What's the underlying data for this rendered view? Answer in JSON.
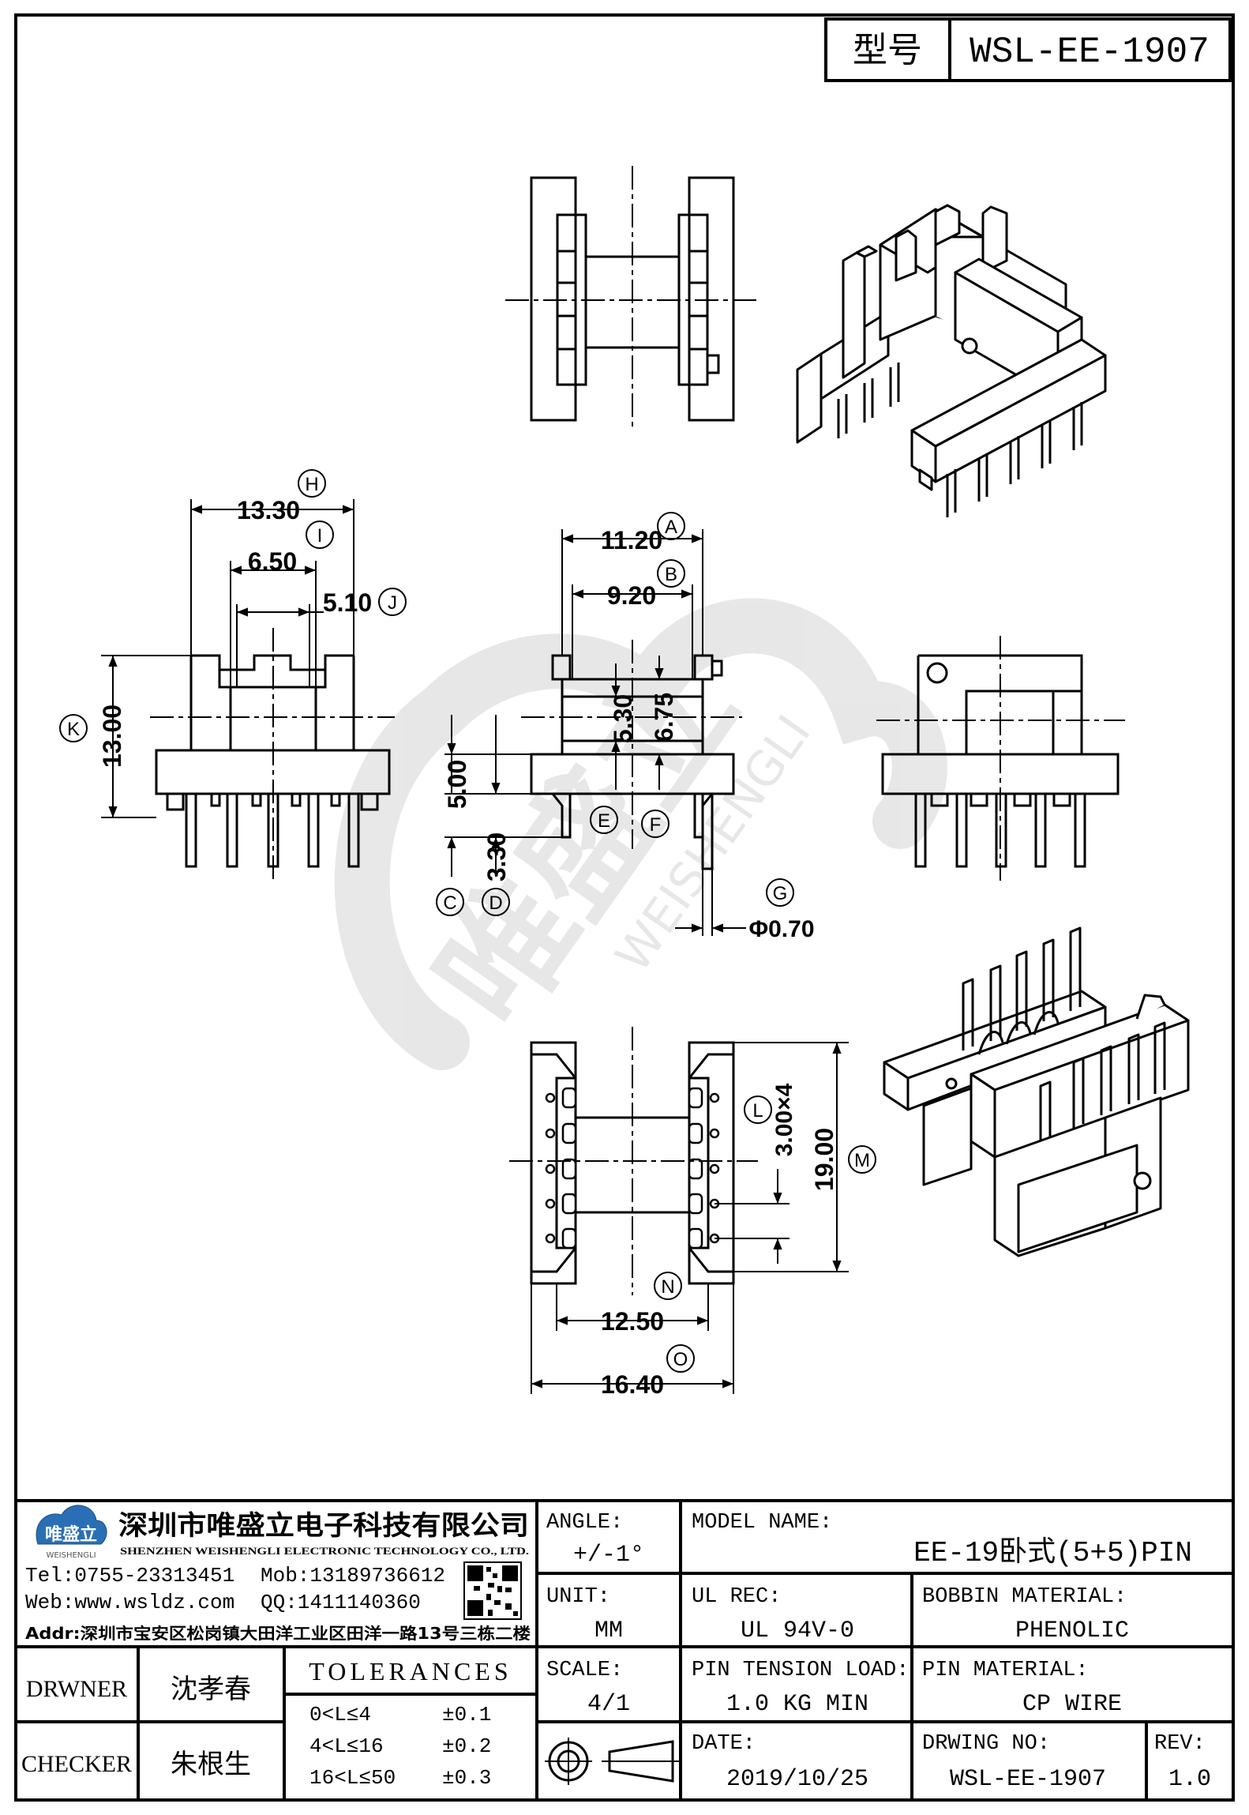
{
  "header": {
    "model_label": "型号",
    "model_value": "WSL-EE-1907"
  },
  "dimensions": {
    "H": {
      "letter": "H",
      "value": "13.30"
    },
    "I": {
      "letter": "I",
      "value": "6.50"
    },
    "J": {
      "letter": "J",
      "value": "5.10"
    },
    "K": {
      "letter": "K",
      "value": "13.00"
    },
    "A": {
      "letter": "A",
      "value": "11.20"
    },
    "B": {
      "letter": "B",
      "value": "9.20"
    },
    "C": {
      "letter": "C",
      "value": "5.00"
    },
    "D": {
      "letter": "D",
      "value": "3.30"
    },
    "E": {
      "letter": "E",
      "value": "5.30"
    },
    "F": {
      "letter": "F",
      "value": "6.75"
    },
    "G": {
      "letter": "G",
      "value": "Φ0.70"
    },
    "L": {
      "letter": "L",
      "value": "3.00×4"
    },
    "M": {
      "letter": "M",
      "value": "19.00"
    },
    "N": {
      "letter": "N",
      "value": "12.50"
    },
    "O": {
      "letter": "O",
      "value": "16.40"
    }
  },
  "watermark": {
    "brand_cn": "唯盛立",
    "brand_en": "WEISHENGLI"
  },
  "company": {
    "logo_cn": "唯盛立",
    "logo_en": "WEISHENGLI",
    "name_cn": "深圳市唯盛立电子科技有限公司",
    "name_en": "SHENZHEN WEISHENGLI ELECTRONIC TECHNOLOGY CO., LTD.",
    "tel": "Tel:0755-23313451",
    "mob": "Mob:13189736612",
    "web": "Web:www.wsldz.com",
    "qq": "QQ:1411140360",
    "addr": "Addr:深圳市宝安区松岗镇大田洋工业区田洋一路13号三栋二楼"
  },
  "title_block": {
    "angle_label": "ANGLE:",
    "angle_value": "+/-1°",
    "model_name_label": "MODEL NAME:",
    "model_name_value": "EE-19卧式(5+5)PIN",
    "unit_label": "UNIT:",
    "unit_value": "MM",
    "ul_label": "UL REC:",
    "ul_value": "UL 94V-0",
    "bobbin_label": "BOBBIN MATERIAL:",
    "bobbin_value": "PHENOLIC",
    "scale_label": "SCALE:",
    "scale_value": "4/1",
    "pin_tension_label": "PIN TENSION LOAD:",
    "pin_tension_value": "1.0 KG MIN",
    "pin_material_label": "PIN MATERIAL:",
    "pin_material_value": "CP WIRE",
    "date_label": "DATE:",
    "date_value": "2019/10/25",
    "drawing_no_label": "DRWING NO:",
    "drawing_no_value": "WSL-EE-1907",
    "rev_label": "REV:",
    "rev_value": "1.0",
    "drawer_label": "DRWNER",
    "drawer_value": "沈孝春",
    "checker_label": "CHECKER",
    "checker_value": "朱根生",
    "tolerances_label": "TOLERANCES",
    "tolerances": [
      {
        "range": "0<L≤4",
        "value": "±0.1"
      },
      {
        "range": "4<L≤16",
        "value": "±0.2"
      },
      {
        "range": "16<L≤50",
        "value": "±0.3"
      }
    ]
  }
}
